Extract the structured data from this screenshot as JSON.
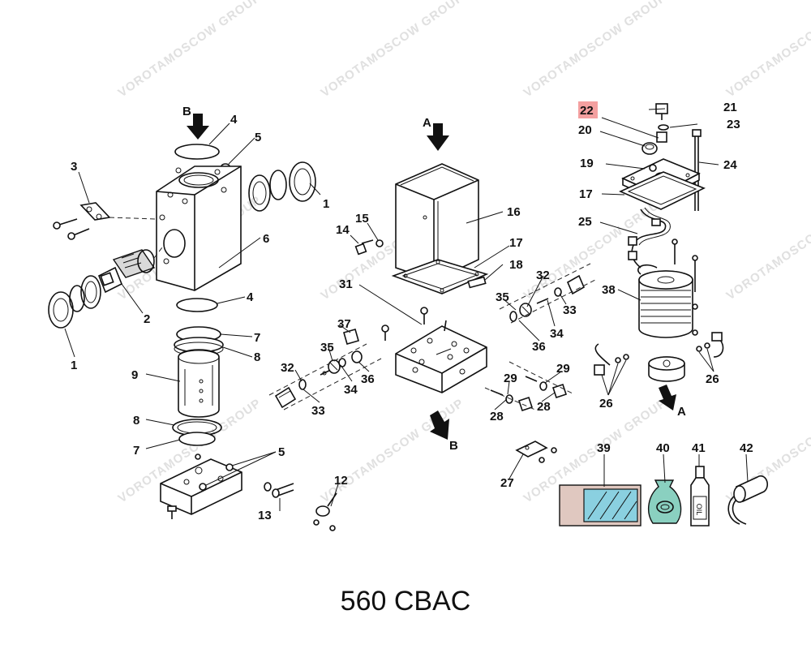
{
  "title": "560 CBAC",
  "watermark": "VOROTAMOSCOW GROUP",
  "highlight_color": "#f4a0a0",
  "callouts": [
    {
      "id": "b-top",
      "text": "B"
    },
    {
      "id": "a-top",
      "text": "A"
    },
    {
      "id": "a-right",
      "text": "A"
    },
    {
      "id": "b-bottom",
      "text": "B"
    },
    {
      "id": "p1-right",
      "text": "1"
    },
    {
      "id": "p1-left",
      "text": "1"
    },
    {
      "id": "p2",
      "text": "2"
    },
    {
      "id": "p3",
      "text": "3"
    },
    {
      "id": "p4-top",
      "text": "4"
    },
    {
      "id": "p4-mid",
      "text": "4"
    },
    {
      "id": "p5-top",
      "text": "5"
    },
    {
      "id": "p5-bot",
      "text": "5"
    },
    {
      "id": "p6",
      "text": "6"
    },
    {
      "id": "p7-top",
      "text": "7"
    },
    {
      "id": "p7-bot",
      "text": "7"
    },
    {
      "id": "p8-top",
      "text": "8"
    },
    {
      "id": "p8-bot",
      "text": "8"
    },
    {
      "id": "p9",
      "text": "9"
    },
    {
      "id": "p12",
      "text": "12"
    },
    {
      "id": "p13",
      "text": "13"
    },
    {
      "id": "p14",
      "text": "14"
    },
    {
      "id": "p15",
      "text": "15"
    },
    {
      "id": "p16",
      "text": "16"
    },
    {
      "id": "p17-mid",
      "text": "17"
    },
    {
      "id": "p17-right",
      "text": "17"
    },
    {
      "id": "p18",
      "text": "18"
    },
    {
      "id": "p19",
      "text": "19"
    },
    {
      "id": "p20",
      "text": "20"
    },
    {
      "id": "p21",
      "text": "21"
    },
    {
      "id": "p22",
      "text": "22"
    },
    {
      "id": "p23",
      "text": "23"
    },
    {
      "id": "p24",
      "text": "24"
    },
    {
      "id": "p25",
      "text": "25"
    },
    {
      "id": "p26-a",
      "text": "26"
    },
    {
      "id": "p26-b",
      "text": "26"
    },
    {
      "id": "p27",
      "text": "27"
    },
    {
      "id": "p28-a",
      "text": "28"
    },
    {
      "id": "p28-b",
      "text": "28"
    },
    {
      "id": "p29-a",
      "text": "29"
    },
    {
      "id": "p29-b",
      "text": "29"
    },
    {
      "id": "p31",
      "text": "31"
    },
    {
      "id": "p32-left",
      "text": "32"
    },
    {
      "id": "p32-right",
      "text": "32"
    },
    {
      "id": "p33-left",
      "text": "33"
    },
    {
      "id": "p33-right",
      "text": "33"
    },
    {
      "id": "p34-left",
      "text": "34"
    },
    {
      "id": "p34-right",
      "text": "34"
    },
    {
      "id": "p35-left",
      "text": "35"
    },
    {
      "id": "p35-right",
      "text": "35"
    },
    {
      "id": "p36-left",
      "text": "36"
    },
    {
      "id": "p36-right",
      "text": "36"
    },
    {
      "id": "p37",
      "text": "37"
    },
    {
      "id": "p38",
      "text": "38"
    },
    {
      "id": "p39",
      "text": "39"
    },
    {
      "id": "p40",
      "text": "40"
    },
    {
      "id": "p41",
      "text": "41"
    },
    {
      "id": "p42",
      "text": "42"
    }
  ],
  "oil_bottle_label": "OIL"
}
